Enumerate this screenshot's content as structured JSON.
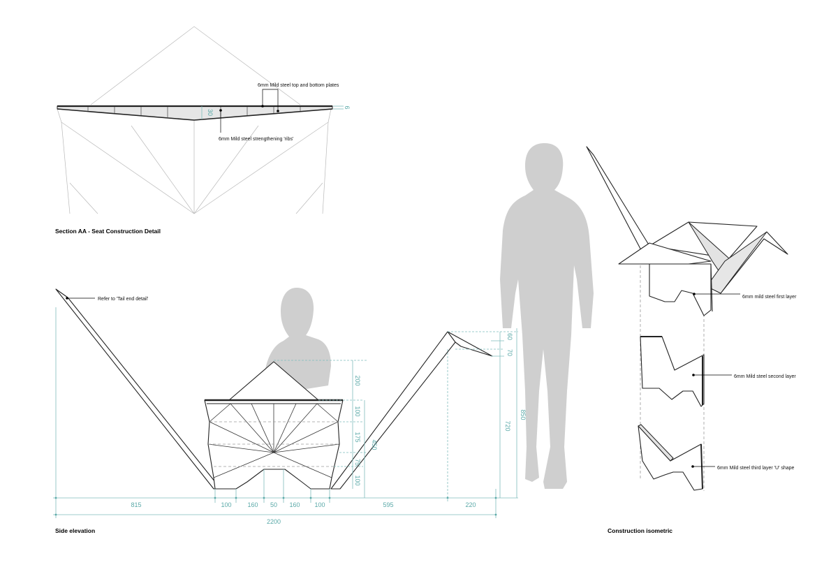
{
  "section_detail": {
    "title": "Section AA - Seat Construction Detail",
    "note_plates": "6mm Mild steel top and bottom plates",
    "note_ribs": "6mm Mild steel strengthening 'ribs'",
    "dim_plate": "6",
    "dim_depth": "30"
  },
  "side_elevation": {
    "title": "Side elevation",
    "note_tail": "Refer to 'Tail end detail'",
    "dims_horizontal": [
      "815",
      "100",
      "160",
      "50",
      "160",
      "100",
      "595",
      "220"
    ],
    "dim_total": "2200",
    "dims_vertical": [
      "200",
      "100",
      "175",
      "75",
      "100",
      "450",
      "720",
      "60",
      "70",
      "850"
    ]
  },
  "isometric": {
    "title": "Construction isometric",
    "layer1": "6mm mild steel first layer",
    "layer2": "6mm Mild steel second layer",
    "layer3": "6mm Mild steel third layer 'U' shape"
  }
}
